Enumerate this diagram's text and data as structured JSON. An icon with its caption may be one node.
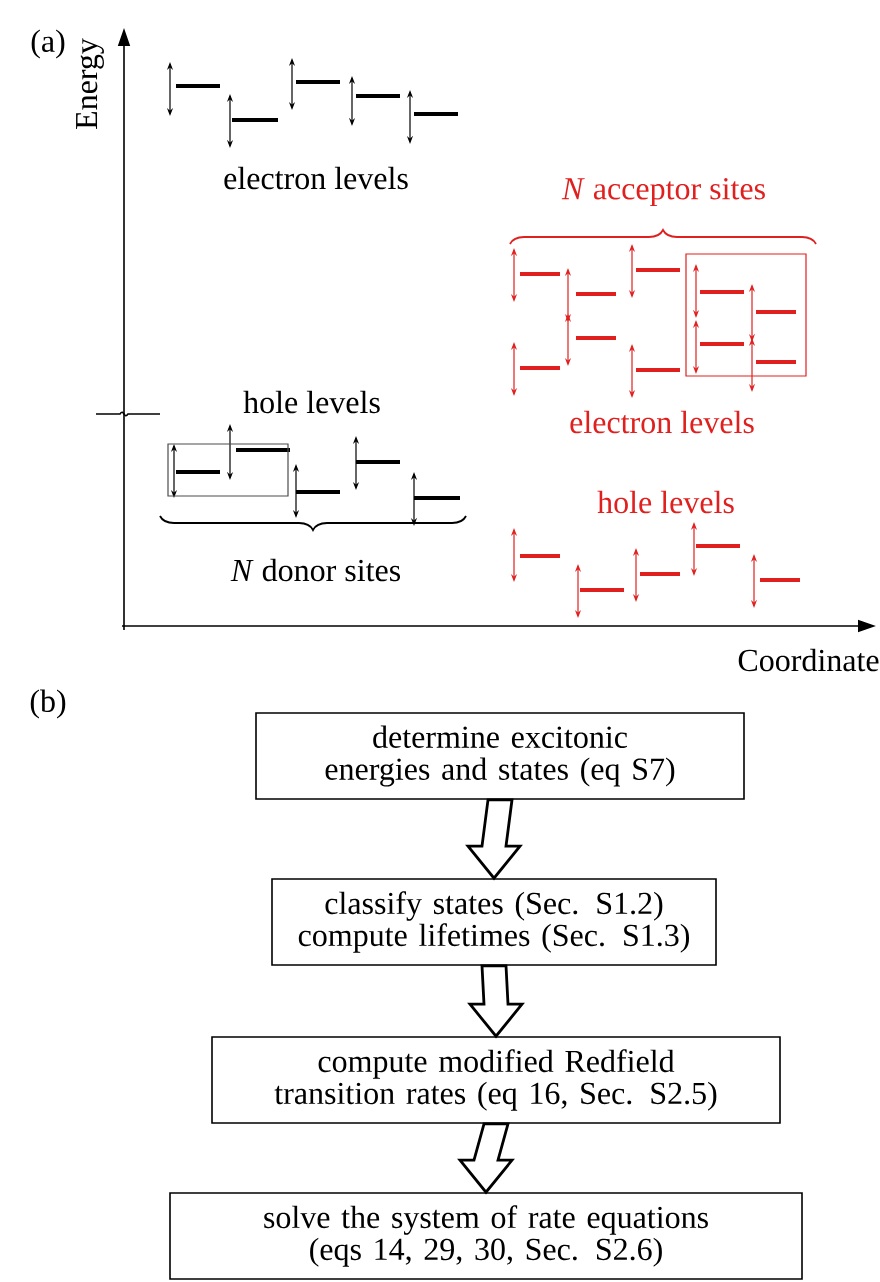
{
  "diagram": {
    "nodes": [
      {
        "text": [
          "determine excitonic energies and states (eq S7)"
        ]
      },
      {
        "text": [
          "classify states (Sec. S1.2) compute lifetimes (Sec. S1.3)"
        ]
      },
      {
        "text": [
          "compute modified Redfield transition rates (eq 16, Sec. S2.5)"
        ]
      },
      {
        "text": [
          "solve the system of rate equations (eqs 14, 29, 30, Sec. S2.6)"
        ]
      }
    ],
    "edges": [
      {
        "from": 0,
        "to": 1,
        "arrow": "to"
      },
      {
        "from": 1,
        "to": 2,
        "arrow": "to"
      },
      {
        "from": 2,
        "to": 3,
        "arrow": "to"
      }
    ],
    "labels": [
      "(a)",
      "Energy",
      "electron levels",
      "*N* acceptor sites",
      "hole levels",
      "electron levels",
      "*N* donor sites",
      "hole levels",
      "Coordinate",
      "(b)"
    ]
  }
}
